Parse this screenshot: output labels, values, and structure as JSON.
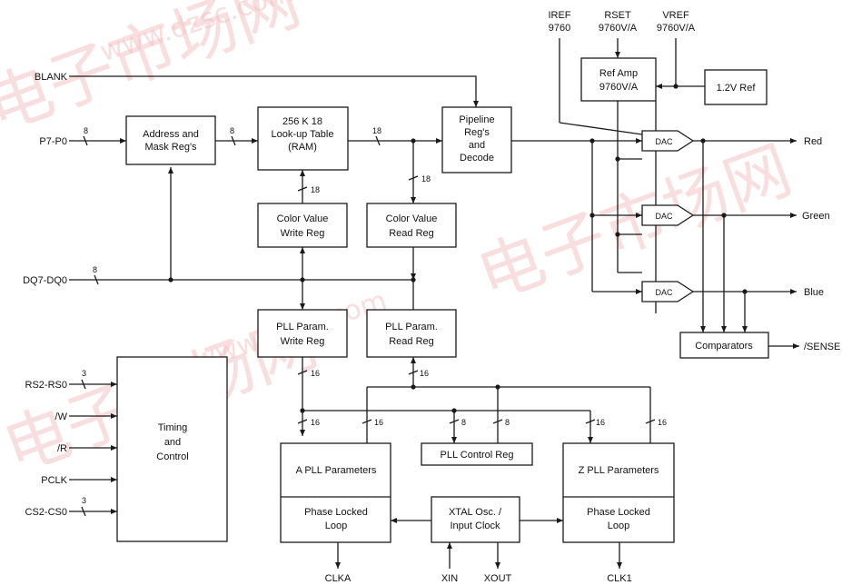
{
  "watermark": {
    "url_text": "www.dzsc.com",
    "glyphs": "电子市场网",
    "color": "#e86a6a"
  },
  "blocks": {
    "address_mask": [
      "Address and",
      "Mask Reg's"
    ],
    "lut": [
      "256 K 18",
      "Look-up Table",
      "(RAM)"
    ],
    "pipeline": [
      "Pipeline",
      "Reg's",
      "and",
      "Decode"
    ],
    "cv_write": [
      "Color Value",
      "Write Reg"
    ],
    "cv_read": [
      "Color Value",
      "Read Reg"
    ],
    "pll_write": [
      "PLL Param.",
      "Write Reg"
    ],
    "pll_read": [
      "PLL Param.",
      "Read Reg"
    ],
    "timing": [
      "Timing",
      "and",
      "Control"
    ],
    "a_pll_params": "A PLL Parameters",
    "a_pll_loop": [
      "Phase Locked",
      "Loop"
    ],
    "pll_control": "PLL Control Reg",
    "xtal": [
      "XTAL Osc. /",
      "Input Clock"
    ],
    "z_pll_params": "Z PLL Parameters",
    "z_pll_loop": [
      "Phase Locked",
      "Loop"
    ],
    "ref_amp": [
      "Ref Amp",
      "9760V/A"
    ],
    "ref_12v": "1.2V Ref",
    "dac": "DAC",
    "comparators": "Comparators"
  },
  "signals": {
    "blank": "BLANK",
    "p_in": "P7-P0",
    "dq": "DQ7-DQ0",
    "rs": "RS2-RS0",
    "w": "/W",
    "r": "/R",
    "pclk": "PCLK",
    "cs": "CS2-CS0",
    "iref": [
      "IREF",
      "9760"
    ],
    "rset": [
      "RSET",
      "9760V/A"
    ],
    "vref": [
      "VREF",
      "9760V/A"
    ],
    "red": "Red",
    "green": "Green",
    "blue": "Blue",
    "sense": "/SENSE",
    "clka": "CLKA",
    "xin": "XIN",
    "xout": "XOUT",
    "clk1": "CLK1"
  },
  "bus_widths": {
    "p_bus": "8",
    "addr_out": "8",
    "lut_out": "18",
    "cv_write": "18",
    "cv_read": "18",
    "dq_bus": "8",
    "rs_bus": "3",
    "cs_bus": "3",
    "pll_write": "16",
    "pll_read": "16",
    "a_params": "16",
    "a_params2": "16",
    "ctrl_a": "8",
    "ctrl_b": "8",
    "z_params": "16",
    "z_params2": "16"
  }
}
